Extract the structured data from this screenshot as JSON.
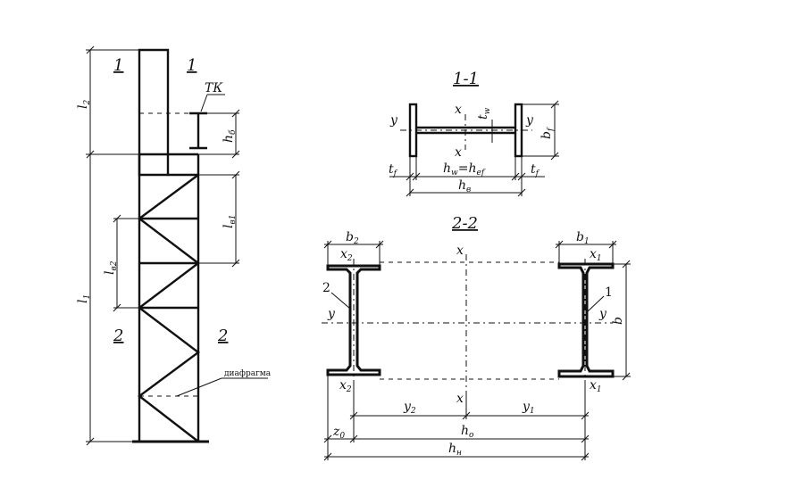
{
  "left_elevation": {
    "section_marks": [
      "1",
      "1",
      "2",
      "2"
    ],
    "labels": {
      "l2": "l",
      "l2_sub": "2",
      "l1": "l",
      "l1_sub": "1",
      "hb": "h",
      "hb_sub": "б",
      "lv1": "l",
      "lv1_sub": "в1",
      "lv2": "l",
      "lv2_sub": "в2",
      "tk": "ТК",
      "diaphragm": "диафрагма"
    }
  },
  "section_1_1": {
    "title": "1-1",
    "labels": {
      "y_left": "y",
      "y_right": "y",
      "x_top": "x",
      "x_bottom": "x",
      "tw": "t",
      "tw_sub": "w",
      "bf": "b",
      "bf_sub": "f",
      "tf_left": "t",
      "tf_left_sub": "f",
      "tf_right": "t",
      "tf_right_sub": "f",
      "hw": "h",
      "hw_sub": "w",
      "eq": "=",
      "hef": "h",
      "hef_sub": "ef",
      "hv": "h",
      "hv_sub": "в"
    }
  },
  "section_2_2": {
    "title": "2-2",
    "labels": {
      "b2": "b",
      "b2_sub": "2",
      "b1": "b",
      "b1_sub": "1",
      "x2_top": "x",
      "x2_top_sub": "2",
      "x1_top": "x",
      "x1_top_sub": "1",
      "x_top": "x",
      "x_bottom": "x",
      "x2_bottom": "x",
      "x2_bottom_sub": "2",
      "x1_bottom": "x",
      "x1_bottom_sub": "1",
      "n2": "2",
      "n1": "1",
      "y_left": "y",
      "y_right": "y",
      "b": "b",
      "y2": "y",
      "y2_sub": "2",
      "y1": "y",
      "y1_sub": "1",
      "z0": "z",
      "z0_sub": "0",
      "h0": "h",
      "h0_sub": "о",
      "hn": "h",
      "hn_sub": "н"
    }
  }
}
